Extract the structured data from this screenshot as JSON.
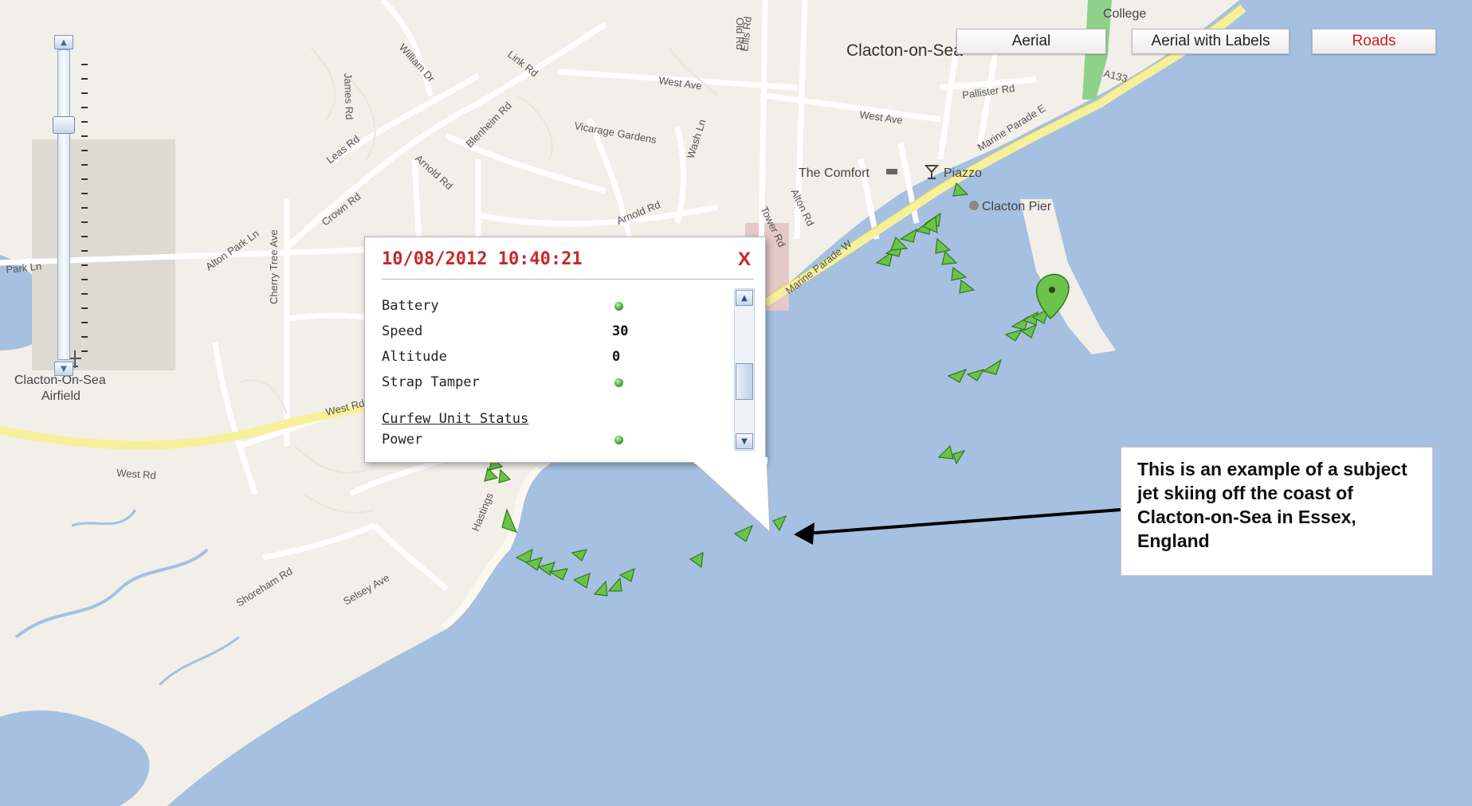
{
  "map": {
    "town": "Clacton-on-Sea",
    "pier_label": "Clacton Pier",
    "hotel_label": "The Comfort",
    "bar_label": "Piazzo",
    "college_label": "College",
    "airfield_label_line1": "Clacton-On-Sea",
    "airfield_label_line2": "Airfield",
    "road_shield": "A133",
    "streets": {
      "west_ave_1": "West Ave",
      "west_ave_2": "West Ave",
      "link_rd": "Link Rd",
      "blenheim_rd": "Blenheim Rd",
      "william_dr": "William Dr",
      "james_rd": "James Rd",
      "leas_rd": "Leas Rd",
      "arnold_rd_1": "Arnold Rd",
      "arnold_rd_2": "Arnold Rd",
      "crown_rd": "Crown Rd",
      "cherry_tree_ave": "Cherry Tree Ave",
      "alton_park_ln": "Alton Park Ln",
      "park_ln": "Park Ln",
      "vicarage_gardens": "Vicarage Gardens",
      "wash_ln": "Wash Ln",
      "old_rd": "Old Rd",
      "ellis_rd": "Ellis Rd",
      "pallister_rd": "Pallister Rd",
      "marine_parade_e": "Marine Parade E",
      "marine_parade_w": "Marine Parade W",
      "alton_rd": "Alton Rd",
      "tower_rd": "Tower Rd",
      "west_rd_1": "West Rd",
      "west_rd_2": "West Rd",
      "hastings": "Hastings",
      "shoreham_rd": "Shoreham Rd",
      "selsey_ave": "Selsey Ave"
    },
    "colors": {
      "water": "#a5c0e0",
      "land": "#f2efe9",
      "main_road": "#f6f09a",
      "marker": "#6cc24a"
    }
  },
  "map_types": {
    "aerial": "Aerial",
    "aerial_labels": "Aerial with Labels",
    "roads": "Roads",
    "selected": "Roads"
  },
  "popup": {
    "timestamp": "10/08/2012 10:40:21",
    "close": "X",
    "rows": {
      "battery": "Battery",
      "speed": "Speed",
      "speed_value": "30",
      "altitude": "Altitude",
      "altitude_value": "0",
      "strap": "Strap Tamper",
      "section": "Curfew Unit Status",
      "power": "Power"
    },
    "status_color": "#2e9b1f"
  },
  "annotation": {
    "text": "This is an example of a subject jet skiing off the coast of Clacton-on-Sea in Essex, England"
  }
}
